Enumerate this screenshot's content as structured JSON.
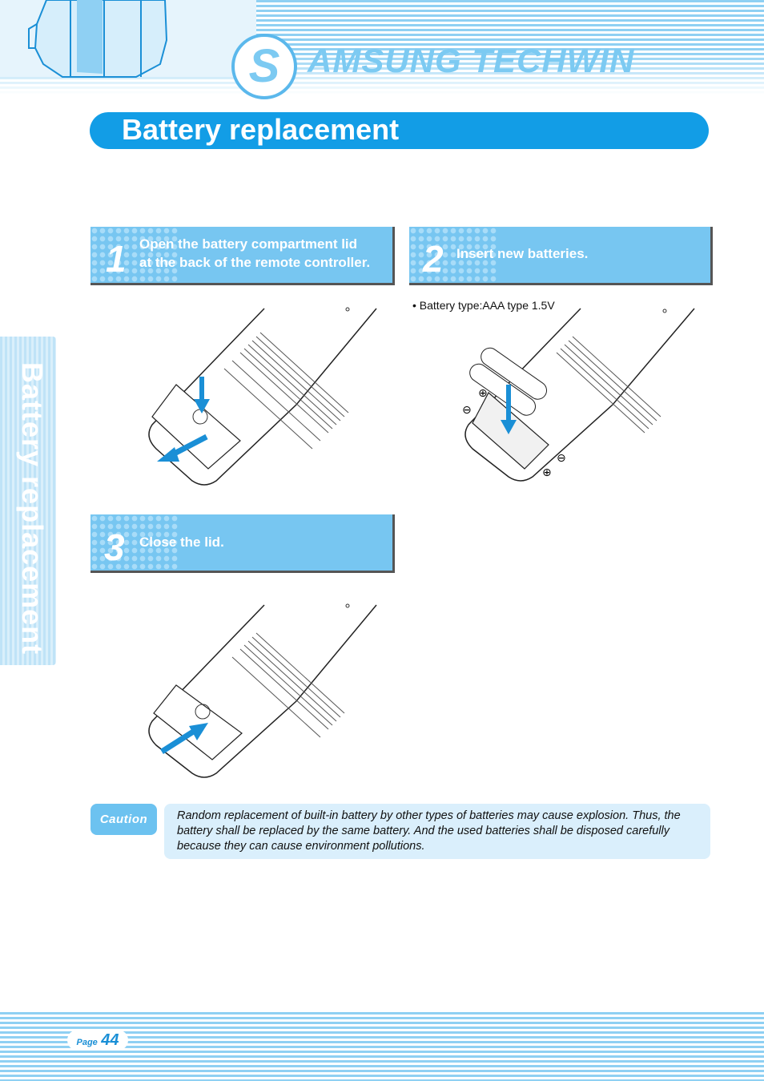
{
  "header": {
    "logo_letter": "S",
    "logo_text": "AMSUNG TECHWIN"
  },
  "page_title": "Battery replacement",
  "side_tab": "Battery replacement",
  "steps": [
    {
      "number": "1",
      "text_line1": "Open the battery compartment lid",
      "text_line2": "at the back of the remote controller."
    },
    {
      "number": "2",
      "text_line1": "Insert new batteries.",
      "note": "• Battery type:AAA type 1.5V"
    },
    {
      "number": "3",
      "text_line1": "Close the lid."
    }
  ],
  "caution": {
    "label": "Caution",
    "text": "Random replacement of built-in battery by other types of batteries may cause explosion. Thus, the battery shall be replaced by the same battery. And the used batteries shall be disposed carefully because they can cause environment pollutions."
  },
  "footer": {
    "page_label": "Page",
    "page_number": "44"
  },
  "colors": {
    "accent_blue": "#129de6",
    "step_blue": "#77c6f1",
    "arrow_blue": "#1a8fd6",
    "caution_bg": "#daeffc"
  },
  "icons": [
    "remote-lid-open-illustration",
    "battery-insert-illustration",
    "remote-lid-close-illustration",
    "arrow-icon"
  ]
}
